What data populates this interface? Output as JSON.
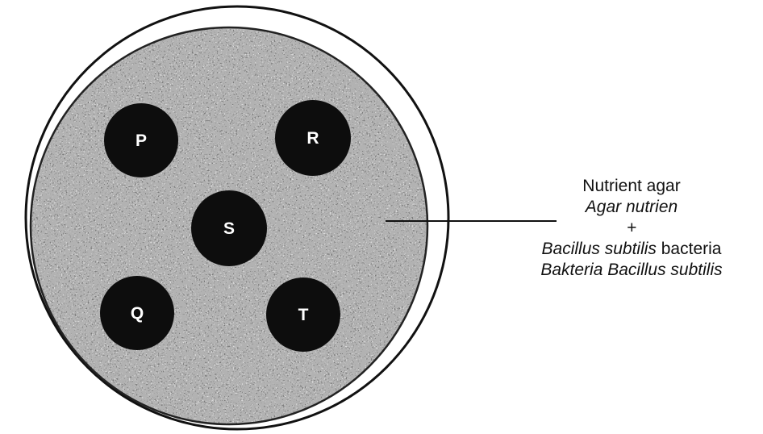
{
  "discs": [
    {
      "id": "p",
      "label": "P"
    },
    {
      "id": "r",
      "label": "R"
    },
    {
      "id": "s",
      "label": "S"
    },
    {
      "id": "q",
      "label": "Q"
    },
    {
      "id": "t",
      "label": "T"
    }
  ],
  "callout": {
    "line1": "Nutrient agar",
    "line2": "Agar nutrien",
    "line3": "+",
    "line4_species": "Bacillus subtilis",
    "line4_suffix": " bacteria",
    "line5": "Bakteria Bacillus subtilis"
  },
  "colors": {
    "disc": "#0d0d0d",
    "agar_base": "#6e6e6e",
    "outline": "#111111"
  }
}
